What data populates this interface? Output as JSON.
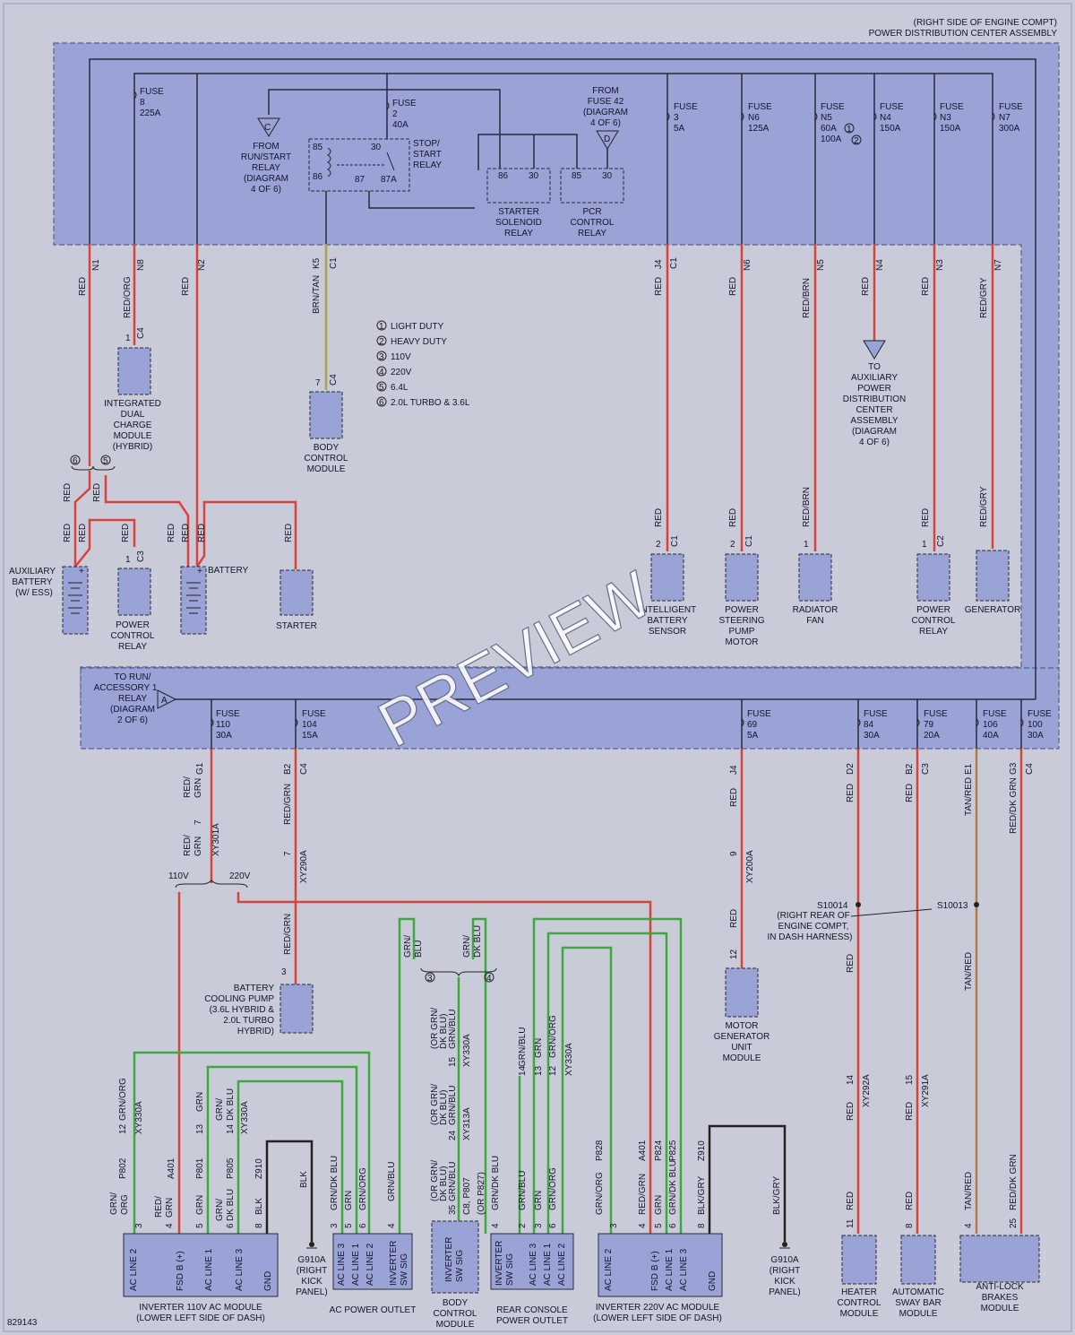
{
  "header": {
    "location": "(RIGHT SIDE OF ENGINE COMPT)",
    "assembly": "POWER DISTRIBUTION CENTER ASSEMBLY"
  },
  "figure_number": "829143",
  "watermark": "PREVIEW",
  "colors": {
    "background": "#c9ccd8",
    "panel": "#9aa3d6",
    "component": "#9aa3d6",
    "red_wire": "#d9423a",
    "green_wire": "#3da83d",
    "yellow_wire": "#a9a24a",
    "brown_wire": "#b07a4a",
    "black_wire": "#222222",
    "bus": "#2a2a3a"
  },
  "legend": [
    {
      "num": "1",
      "text": "LIGHT DUTY"
    },
    {
      "num": "2",
      "text": "HEAVY DUTY"
    },
    {
      "num": "3",
      "text": "110V"
    },
    {
      "num": "4",
      "text": "220V"
    },
    {
      "num": "5",
      "text": "6.4L"
    },
    {
      "num": "6",
      "text": "2.0L TURBO & 3.6L"
    }
  ],
  "pdc_fuses": [
    {
      "label": "FUSE",
      "num": "8",
      "rating": "225A"
    },
    {
      "label": "FUSE",
      "num": "2",
      "rating": "40A"
    },
    {
      "label": "FUSE",
      "num": "3",
      "rating": "5A"
    },
    {
      "label": "FUSE",
      "num": "N6",
      "rating": "125A"
    },
    {
      "label": "FUSE",
      "num": "N5",
      "rating": "60A",
      "rating2": "100A"
    },
    {
      "label": "FUSE",
      "num": "N4",
      "rating": "150A"
    },
    {
      "label": "FUSE",
      "num": "N3",
      "rating": "150A"
    },
    {
      "label": "FUSE",
      "num": "N7",
      "rating": "300A"
    }
  ],
  "lower_fuses": [
    {
      "label": "FUSE",
      "num": "110",
      "rating": "30A"
    },
    {
      "label": "FUSE",
      "num": "104",
      "rating": "15A"
    },
    {
      "label": "FUSE",
      "num": "69",
      "rating": "5A"
    },
    {
      "label": "FUSE",
      "num": "84",
      "rating": "30A"
    },
    {
      "label": "FUSE",
      "num": "79",
      "rating": "20A"
    },
    {
      "label": "FUSE",
      "num": "106",
      "rating": "40A"
    },
    {
      "label": "FUSE",
      "num": "100",
      "rating": "30A"
    }
  ],
  "relays": {
    "stop_start": {
      "name": "STOP/ START RELAY",
      "pins": [
        "85",
        "30",
        "86",
        "87",
        "87A"
      ]
    },
    "starter_solenoid": {
      "name": "STARTER SOLENOID RELAY",
      "pins": [
        "86",
        "30"
      ]
    },
    "pcr": {
      "name": "PCR CONTROL RELAY",
      "pins": [
        "85",
        "30"
      ]
    },
    "from_run_start": "FROM RUN/START RELAY (DIAGRAM 4 OF 6)",
    "from_fuse42": "FROM FUSE 42 (DIAGRAM 4 OF 6)",
    "to_run_acc": "TO RUN/ ACCESSORY 1 RELAY (DIAGRAM 2 OF 6)",
    "to_aux_pdc": "TO AUXILIARY POWER DISTRIBUTION CENTER ASSEMBLY (DIAGRAM 4 OF 6)"
  },
  "upper_components": {
    "idcm": "INTEGRATED DUAL CHARGE MODULE (HYBRID)",
    "bcm": "BODY CONTROL MODULE",
    "aux_battery": "AUXILIARY BATTERY (W/ ESS)",
    "pcr_relay": "POWER CONTROL RELAY",
    "battery": "BATTERY",
    "starter": "STARTER",
    "ibs": "INTELLIGENT BATTERY SENSOR",
    "psp": "POWER STEERING PUMP MOTOR",
    "rad_fan": "RADIATOR FAN",
    "pcr2": "POWER CONTROL RELAY",
    "generator": "GENERATOR"
  },
  "lower_components": {
    "bcp": "BATTERY COOLING PUMP (3.6L HYBRID & 2.0L TURBO HYBRID)",
    "mgu": "MOTOR GENERATOR UNIT MODULE",
    "inv110": "INVERTER 110V AC MODULE (LOWER LEFT SIDE OF DASH)",
    "acpo": "AC POWER OUTLET",
    "bcm2": "BODY CONTROL MODULE",
    "rcpo": "REAR CONSOLE POWER OUTLET",
    "inv220": "INVERTER 220V AC MODULE (LOWER LEFT SIDE OF DASH)",
    "hcm": "HEATER CONTROL MODULE",
    "asbm": "AUTOMATIC SWAY BAR MODULE",
    "abm": "ANTI-LOCK BRAKES MODULE",
    "g910a_1": "G910A (RIGHT KICK PANEL)",
    "g910a_2": "G910A (RIGHT KICK PANEL)",
    "splice_note": "(RIGHT REAR OF ENGINE COMPT, IN DASH HARNESS)",
    "s10014": "S10014",
    "s10013": "S10013",
    "v110": "110V",
    "v220": "220V"
  },
  "wire_labels": {
    "n1": "N1",
    "n8": "N8",
    "n2": "N2",
    "k5": "K5",
    "j4": "J4",
    "n6": "N6",
    "n5": "N5",
    "n4": "N4",
    "n3": "N3",
    "n7": "N7",
    "red": "RED",
    "redorg": "RED/ORG",
    "brntan": "BRN/TAN",
    "redbrn": "RED/BRN",
    "redgry": "RED/GRY",
    "g1": "G1",
    "b2": "B2",
    "d2": "D2",
    "e1": "E1",
    "g3": "G3",
    "redgrn": "RED/ GRN",
    "redgrn2": "RED/GRN",
    "tanred": "TAN/RED",
    "reddkgrn": "RED/DK GRN",
    "c1": "C1",
    "c2": "C2",
    "c3": "C3",
    "c4": "C4",
    "xy301a": "XY301A",
    "xy290a": "XY290A",
    "xy200a": "XY200A",
    "xy292a": "XY292A",
    "xy291a": "XY291A",
    "xy330a": "XY330A",
    "xy313a": "XY313A",
    "p807": "C8, P807",
    "orp827": "(OR P827)",
    "grnblu": "GRN/ BLU",
    "grndkblu": "GRN/ DK BLU",
    "grnorg": "GRN/ORG",
    "grn": "GRN",
    "orgrn": "(OR GRN/ DK BLU) GRN/BLU",
    "p802": "P802",
    "a401": "A401",
    "p801": "P801",
    "p805": "P805",
    "z910": "Z910",
    "blk": "BLK",
    "blkgry": "BLK/GRY",
    "p828": "P828",
    "p824": "P824",
    "p825": "P825",
    "redgrn_short": "RED/ GRN",
    "grnorg_short": "GRN/ ORG",
    "grnblu2": "GRN/BLU",
    "grndkblu2": "GRN/DK BLU"
  },
  "module_pins": {
    "inv110": [
      "AC LINE 2",
      "FSD B (+)",
      "AC LINE 1",
      "AC LINE 3",
      "GND"
    ],
    "acpo": [
      "AC LINE 3",
      "AC LINE 1",
      "AC LINE 2",
      "INVERTER SW SIG"
    ],
    "bcm2": [
      "INVERTER SW SIG"
    ],
    "rcpo": [
      "INVERTER SW SIG",
      "AC LINE 3",
      "AC LINE 1",
      "AC LINE 2"
    ],
    "inv220": [
      "AC LINE 2",
      "FSD B (+)",
      "AC LINE 1",
      "AC LINE 3",
      "GND"
    ]
  }
}
